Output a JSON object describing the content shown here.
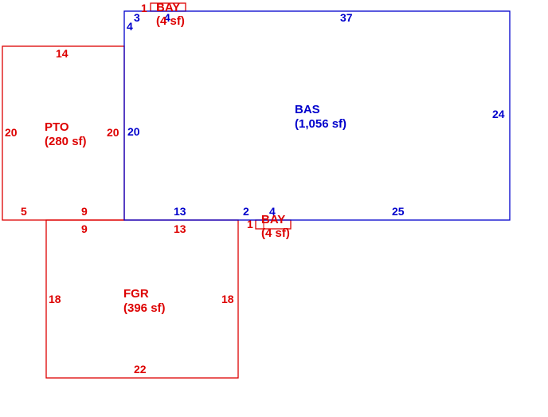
{
  "colors": {
    "living": "#0000cc",
    "other": "#dd0000",
    "background": "#ffffff"
  },
  "areas": {
    "bas": {
      "name": "BAS",
      "area": "(1,056 sf)"
    },
    "pto": {
      "name": "PTO",
      "area": "(280 sf)"
    },
    "fgr": {
      "name": "FGR",
      "area": "(396 sf)"
    },
    "bay_top": {
      "name": "BAY",
      "area": "(4 sf)"
    },
    "bay_bottom": {
      "name": "BAY",
      "area": "(4 sf)"
    }
  },
  "dimensions": {
    "bas": {
      "top": "37",
      "right": "24",
      "left": "20",
      "bottom_a": "13",
      "bottom_b": "2",
      "bottom_c": "4",
      "bottom_d": "25",
      "top_a": "3",
      "top_b": "4",
      "top_c": "4"
    },
    "pto": {
      "top": "14",
      "left": "20",
      "right": "20",
      "bottom_a": "5",
      "bottom_b": "9"
    },
    "fgr": {
      "top_a": "9",
      "top_b": "13",
      "left": "18",
      "right": "18",
      "bottom": "22"
    },
    "bay_top": {
      "side": "1"
    },
    "bay_bottom": {
      "side": "1"
    }
  }
}
